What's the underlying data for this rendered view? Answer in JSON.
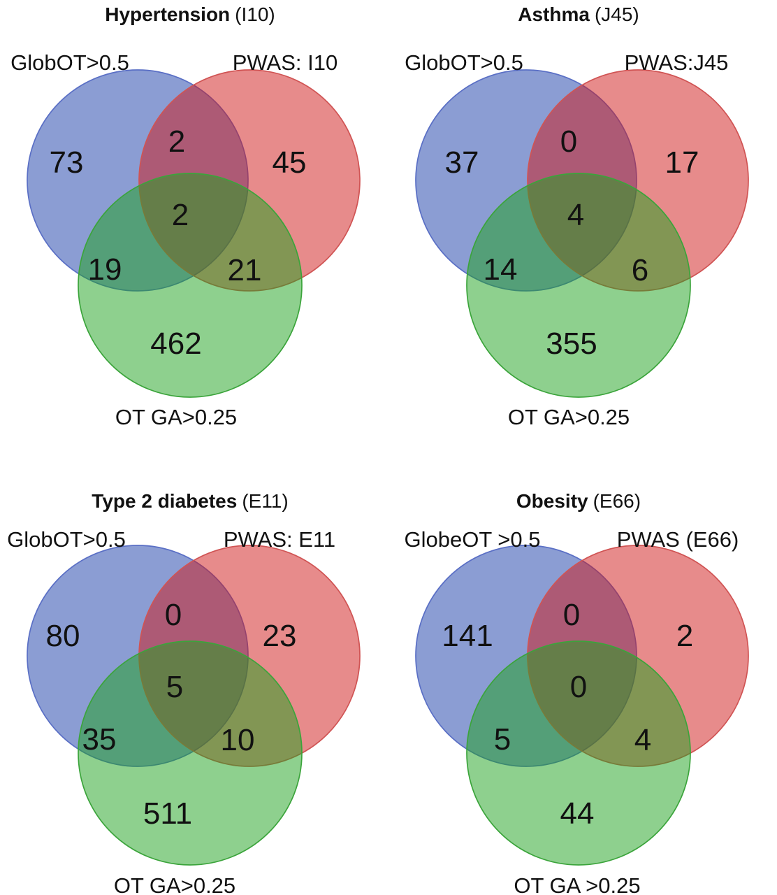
{
  "figure": {
    "description": "Four 3-set Venn diagrams comparing GlobOT>0.5, PWAS hits and OT GA>0.25 gene sets for four diseases",
    "background": "#FFFFFF"
  },
  "colors": {
    "set_blue_fill": "#173BA7",
    "set_blue_stroke": "#5A6FC5",
    "set_red_fill": "#CF1717",
    "set_red_stroke": "#D05454",
    "set_green_fill": "#1DA11D",
    "set_green_stroke": "#3BA43B",
    "region_blue": "#8B9DD3",
    "region_red": "#E78B8B",
    "region_green": "#8ED08E",
    "region_blue_red": "#AD5A75",
    "region_blue_green": "#549F78",
    "region_red_green": "#829654",
    "region_center": "#657D49",
    "text": "#111111"
  },
  "chart_data": [
    {
      "type": "venn3",
      "title": "Hypertension (I10)",
      "title_bold": "Hypertension",
      "title_code": "(I10)",
      "sets": [
        {
          "name": "GlobOT>0.5",
          "color": "blue"
        },
        {
          "name": "PWAS: I10",
          "color": "red"
        },
        {
          "name": "OT GA>0.25",
          "color": "green"
        }
      ],
      "counts": {
        "blue_only": 73,
        "blue_red": 2,
        "red_only": 45,
        "center": 2,
        "blue_green": 19,
        "red_green": 21,
        "green_only": 462
      }
    },
    {
      "type": "venn3",
      "title": "Asthma (J45)",
      "title_bold": "Asthma",
      "title_code": "(J45)",
      "sets": [
        {
          "name": "GlobOT>0.5",
          "color": "blue"
        },
        {
          "name": "PWAS:J45",
          "color": "red"
        },
        {
          "name": "OT GA>0.25",
          "color": "green"
        }
      ],
      "counts": {
        "blue_only": 37,
        "blue_red": 0,
        "red_only": 17,
        "center": 4,
        "blue_green": 14,
        "red_green": 6,
        "green_only": 355
      }
    },
    {
      "type": "venn3",
      "title": "Type 2 diabetes (E11)",
      "title_bold": "Type 2 diabetes",
      "title_code": "(E11)",
      "sets": [
        {
          "name": "GlobOT>0.5",
          "color": "blue"
        },
        {
          "name": "PWAS: E11",
          "color": "red"
        },
        {
          "name": "OT GA>0.25",
          "color": "green"
        }
      ],
      "counts": {
        "blue_only": 80,
        "blue_red": 0,
        "red_only": 23,
        "center": 5,
        "blue_green": 35,
        "red_green": 10,
        "green_only": 511
      }
    },
    {
      "type": "venn3",
      "title": "Obesity (E66)",
      "title_bold": "Obesity",
      "title_code": "(E66)",
      "sets": [
        {
          "name": "GlobeOT >0.5",
          "color": "blue"
        },
        {
          "name": "PWAS (E66)",
          "color": "red"
        },
        {
          "name": "OT GA >0.25",
          "color": "green"
        }
      ],
      "counts": {
        "blue_only": 141,
        "blue_red": 0,
        "red_only": 2,
        "center": 0,
        "blue_green": 5,
        "red_green": 4,
        "green_only": 44
      }
    }
  ]
}
